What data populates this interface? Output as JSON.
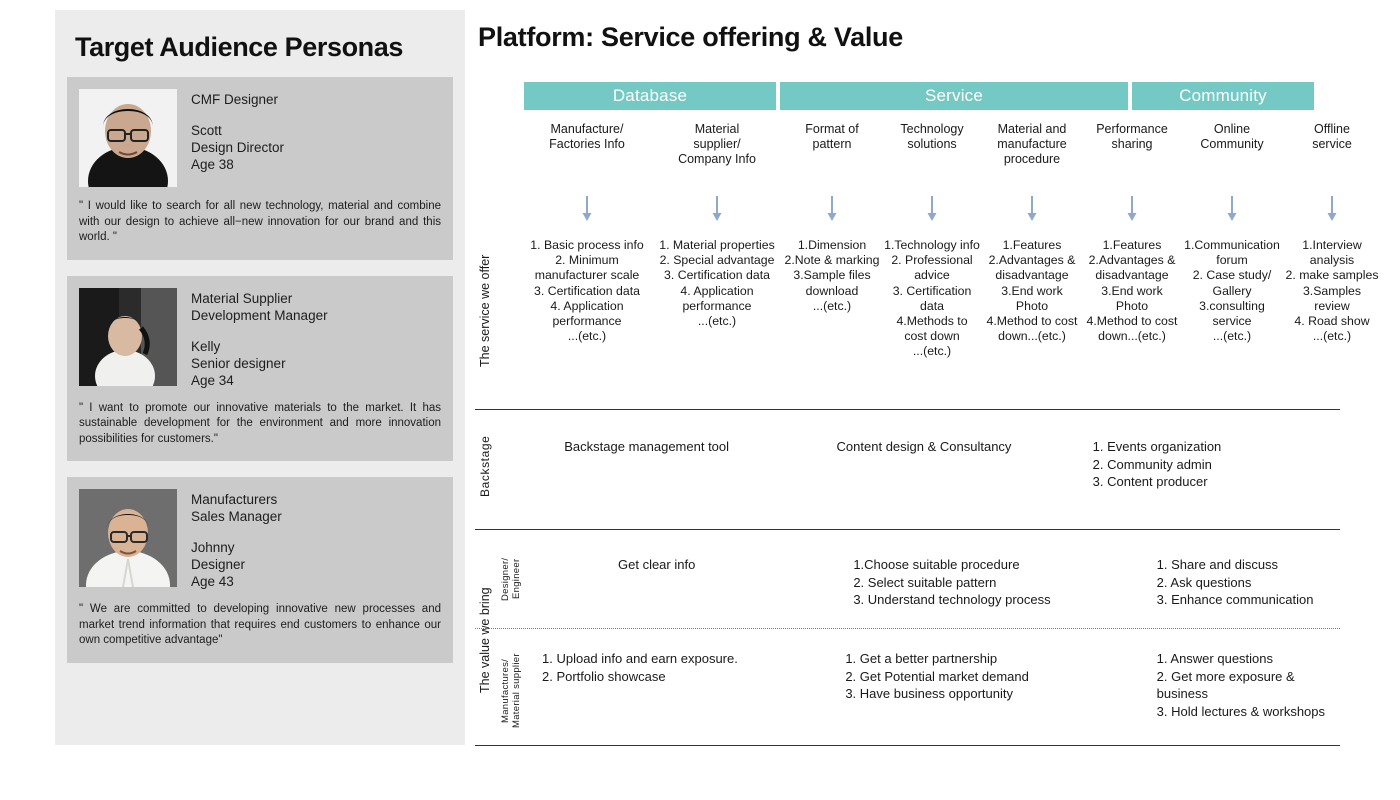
{
  "left": {
    "title": "Target Audience Personas",
    "personas": [
      {
        "role_line1": "CMF Designer",
        "role_line2": "",
        "name": "Scott",
        "job": "Design Director",
        "age": "Age 38",
        "quote": "\" I would like to search for all new technology, material and combine with our design to achieve all−new innovation for our brand and this world. \"",
        "photo": "portrait-scott"
      },
      {
        "role_line1": "Material Supplier",
        "role_line2": "Development Manager",
        "name": "Kelly",
        "job": "Senior designer",
        "age": "Age 34",
        "quote": "\" I want to promote our innovative materials to the market. It has sustainable development for the environment and more innovation possibilities for customers.\"",
        "photo": "portrait-kelly"
      },
      {
        "role_line1": "Manufacturers",
        "role_line2": "Sales Manager",
        "name": "Johnny",
        "job": "Designer",
        "age": "Age 43",
        "quote": "\" We are committed to developing innovative new processes and market trend information that requires end customers to enhance our own competitive advantage\"",
        "photo": "portrait-johnny"
      }
    ]
  },
  "right": {
    "title": "Platform: Service offering & Value",
    "accent_color": "#75c9c5",
    "arrow_color": "#8fa8cc",
    "categories": [
      {
        "label": "Database",
        "span": 2
      },
      {
        "label": "Service",
        "span": 4
      },
      {
        "label": "Community",
        "span": 2
      }
    ],
    "columns": [
      "Manufacture/\nFactories Info",
      "Material\nsupplier/\nCompany Info",
      "Format of\npattern",
      "Technology\nsolutions",
      "Material and\nmanufacture\nprocedure",
      "Performance\nsharing",
      "Online\nCommunity",
      "Offline\nservice"
    ],
    "arrow_icon": "down-arrow-icon",
    "rows": {
      "offer": {
        "label": "The service we offer",
        "cells": [
          "1. Basic process info\n2. Minimum manufacturer scale\n3. Certification data\n4. Application performance\n...(etc.)",
          "1. Material properties\n2. Special advantage\n3. Certification data\n4. Application performance\n...(etc.)",
          "1.Dimension\n2.Note & marking\n3.Sample files download\n...(etc.)",
          "1.Technology info\n2. Professional advice\n3. Certification data\n4.Methods to cost down\n...(etc.)",
          "1.Features\n2.Advantages & disadvantage\n3.End work Photo\n4.Method to cost down...(etc.)",
          "1.Features\n2.Advantages & disadvantage\n3.End work Photo\n4.Method to cost down...(etc.)",
          "1.Communication forum\n2. Case study/ Gallery\n3.consulting service\n...(etc.)",
          "1.Interview analysis\n2. make samples\n3.Samples review\n4. Road show\n...(etc.)"
        ]
      },
      "backstage": {
        "label": "Backstage",
        "cells": [
          "Backstage management tool",
          "Content design & Consultancy",
          "1. Events organization\n2. Community admin\n3. Content producer"
        ]
      },
      "value": {
        "label": "The value we bring",
        "sub_rows": [
          {
            "label": "Designer/\nEngineer",
            "cells": [
              "Get clear info",
              "1.Choose suitable procedure\n2. Select suitable pattern\n3. Understand technology process",
              "1. Share and discuss\n2. Ask questions\n3. Enhance communication"
            ]
          },
          {
            "label": "Manufactures/\nMaterial supplier",
            "cells": [
              "1. Upload info and earn exposure.\n2. Portfolio showcase",
              "1. Get a better partnership\n2. Get Potential market demand\n3. Have business opportunity",
              "1. Answer questions\n2. Get more exposure & business\n3. Hold lectures & workshops"
            ]
          }
        ]
      }
    }
  }
}
